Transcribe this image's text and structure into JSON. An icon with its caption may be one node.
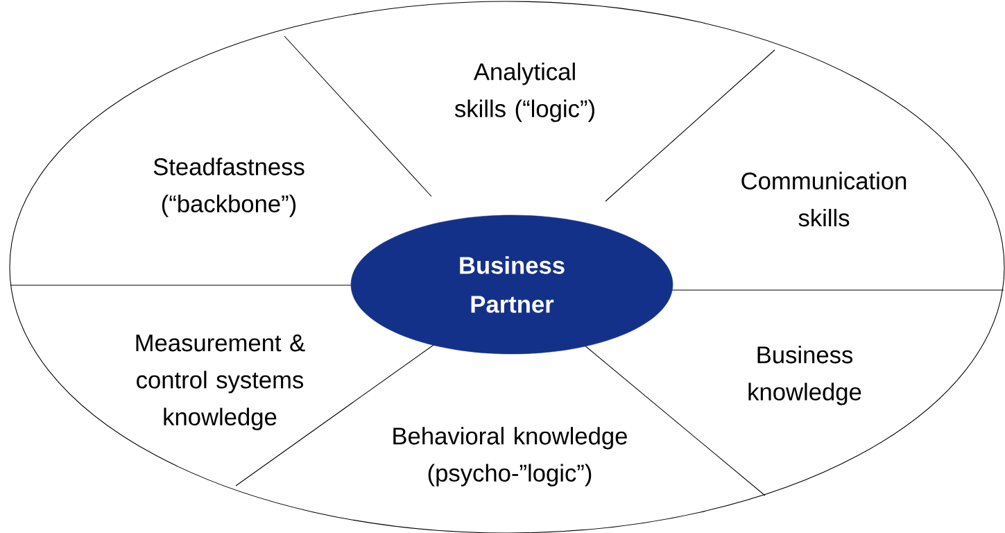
{
  "diagram": {
    "nodes": [
      {
        "text": [],
        "shape": "ellipse"
      },
      {
        "text": [
          "Business Partner"
        ],
        "in": 0
      }
    ],
    "labels": [
      "Analytical skills (“logic”)",
      "Steadfastness (“backbone”)",
      "Communication skills",
      "Measurement & control systems knowledge",
      "Business knowledge",
      "Behavioral knowledge (psycho-”logic”)"
    ]
  }
}
